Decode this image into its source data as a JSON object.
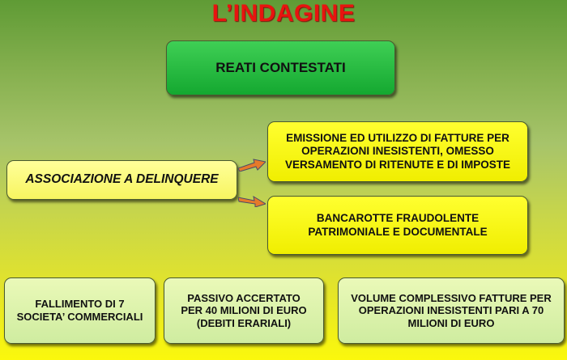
{
  "title": "L’INDAGINE",
  "main_box": "REATI CONTESTATI",
  "left_box": "ASSOCIAZIONE A DELINQUERE",
  "right_boxes": [
    "EMISSIONE ED UTILIZZO DI FATTURE PER OPERAZIONI INESISTENTI, OMESSO VERSAMENTO DI RITENUTE E DI IMPOSTE",
    "BANCAROTTE FRAUDOLENTE PATRIMONIALE E DOCUMENTALE"
  ],
  "bottom_boxes": [
    "FALLIMENTO DI 7 SOCIETA’ COMMERCIALI",
    "PASSIVO ACCERTATO PER 40 MILIONI DI EURO (DEBITI ERARIALI)",
    "VOLUME COMPLESSIVO FATTURE PER OPERAZIONI INESISTENTI PARI A 70 MILIONI DI EURO"
  ]
}
